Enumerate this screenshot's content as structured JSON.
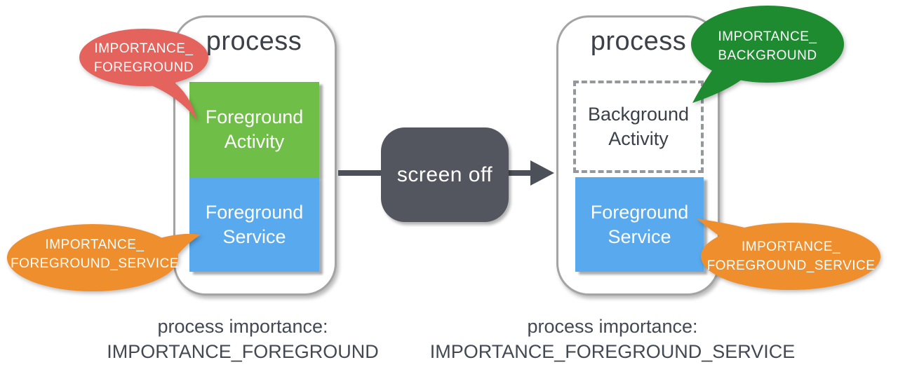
{
  "diagram": {
    "left_process": {
      "title": "process",
      "activity": "Foreground Activity",
      "service": "Foreground Service",
      "bubbles": {
        "activity": {
          "line1": "IMPORTANCE_",
          "line2": "FOREGROUND"
        },
        "service": {
          "line1": "IMPORTANCE_",
          "line2": "FOREGROUND_SERVICE"
        }
      },
      "caption": {
        "line1": "process importance:",
        "line2": "IMPORTANCE_FOREGROUND"
      }
    },
    "transition": {
      "label": "screen off"
    },
    "right_process": {
      "title": "process",
      "activity": "Background Activity",
      "service": "Foreground Service",
      "bubbles": {
        "activity": {
          "line1": "IMPORTANCE_",
          "line2": "BACKGROUND"
        },
        "service": {
          "line1": "IMPORTANCE_",
          "line2": "FOREGROUND_SERVICE"
        }
      },
      "caption": {
        "line1": "process importance:",
        "line2": "IMPORTANCE_FOREGROUND_SERVICE"
      }
    },
    "colors": {
      "foreground_activity_box": "#6fbe47",
      "foreground_service_box": "#58a9ee",
      "background_activity_border": "#94989c",
      "transition_box": "#53565e",
      "arrow": "#4c5058",
      "importance_foreground_bubble": "#e5635d",
      "importance_foreground_service_bubble": "#ee8e2d",
      "importance_background_bubble": "#1f8b30",
      "process_border": "#a4a4a4",
      "dark_text": "#3b4149"
    }
  }
}
